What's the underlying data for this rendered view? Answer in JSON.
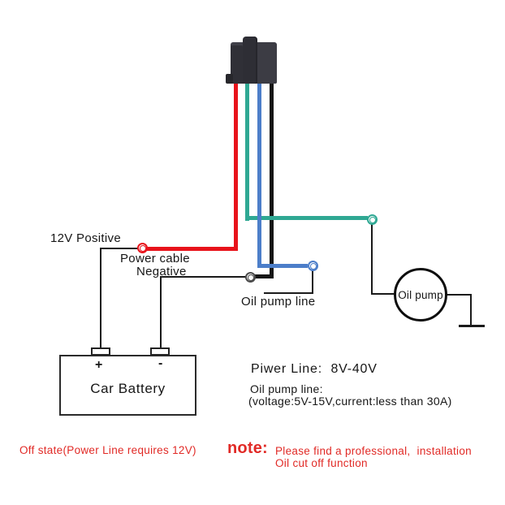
{
  "diagram": {
    "device": "relay-connector",
    "labels": {
      "positive": "12V Positive",
      "power_cable": "Power cable",
      "negative": "Negative",
      "oil_pump_line": "Oil pump line",
      "oil_pump": "Oil pump",
      "battery": "Car Battery",
      "plus": "+",
      "minus": "-"
    },
    "specs": {
      "power_line": "Piwer Line:  8V-40V",
      "oil_pump_title": "Oil pump line:",
      "oil_pump_detail": "(voltage:5V-15V,current:less than 30A)"
    },
    "footer": {
      "off_state": "Off state(Power Line requires 12V)",
      "note_label": "note:",
      "note_line1": "Please find a professional,  installation",
      "note_line2": "Oil cut off function"
    },
    "colors": {
      "red_wire": "#e8131b",
      "green_wire": "#2fa893",
      "blue_wire": "#4c7ec9",
      "black_wire": "#151515",
      "red_text": "#e12a26"
    }
  }
}
